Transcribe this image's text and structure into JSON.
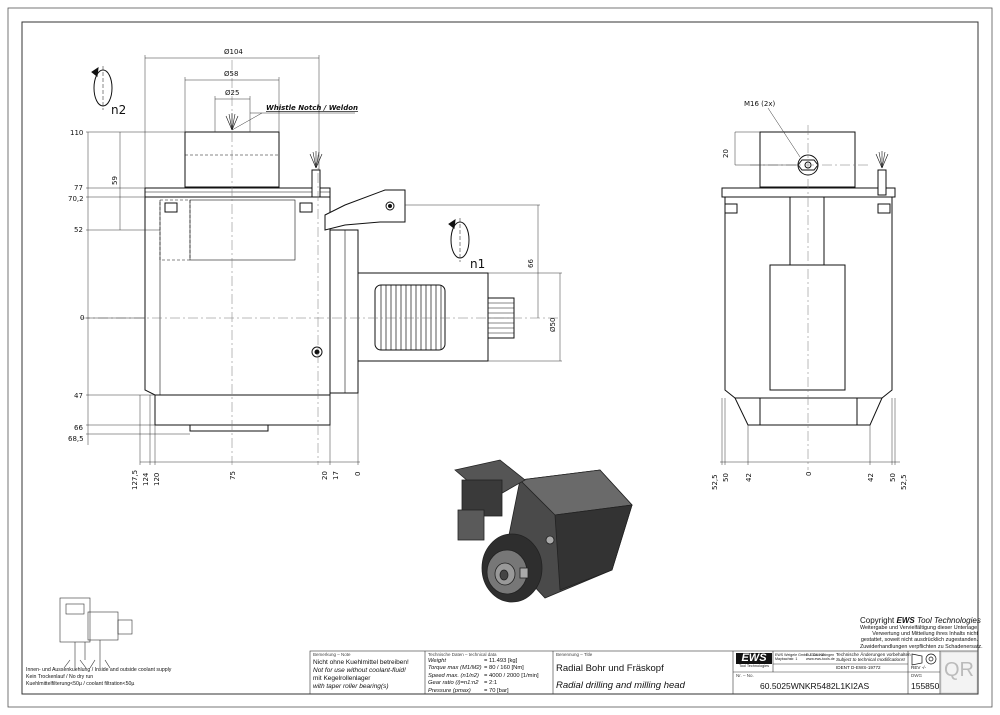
{
  "views": {
    "side": {
      "top_dims": {
        "d104": "Ø104",
        "d58": "Ø58",
        "d25": "Ø25"
      },
      "notch_label": "Whistle Notch / Weldon",
      "rotation_n2": "n2",
      "rotation_n1": "n1",
      "left_dims": [
        "110",
        "77",
        "70,2",
        "59",
        "52",
        "0",
        "47",
        "66",
        "68,5"
      ],
      "bottom_dims": [
        "127,5",
        "124",
        "120",
        "75",
        "20",
        "17",
        "0"
      ],
      "right_dims": {
        "d66": "66",
        "d50": "Ø50"
      }
    },
    "front": {
      "thread_label": "M16 (2x)",
      "dim20": "20",
      "bottom_dims": [
        "52,5",
        "50",
        "42",
        "0",
        "42",
        "50",
        "52,5"
      ]
    }
  },
  "coolant_notes": [
    "Innen- und Aussenkuehlung / Inside and outside coolant supply",
    "Kein Trockenlauf / No dry run",
    "Kuehlmittelfilterung<50µ / coolant filtration<50µ"
  ],
  "copyright": {
    "title_prefix": "Copyright",
    "title_brand": "EWS",
    "title_suffix": "Tool Technologies",
    "lines": [
      "Weitergabe und Vervielfältigung dieser Unterlage,",
      "Verwertung und Mitteilung ihres Inhalts nicht",
      "gestattet, soweit nicht ausdrücklich zugestanden.",
      "Zuwiderhandlungen verpflichten zu Schadenersatz."
    ]
  },
  "title_block": {
    "remark_header": "Bemerkung – Note",
    "remarks": [
      "Nicht ohne Kuehlmittel betreiben!",
      "Not for use without coolant-fluid!",
      "mit Kegelrollenlager",
      "with taper roller bearing(s)"
    ],
    "techdata_header": "Technische Daten – technical data",
    "techdata": [
      {
        "label": "Weight",
        "value": "= 11.493 [kg]"
      },
      {
        "label": "Torque max (M1/M2)",
        "value": "= 80 / 160 [Nm]"
      },
      {
        "label": "Speed max. (n1/n2)",
        "value": "= 4000 / 2000 [1/min]"
      },
      {
        "label": "Gear ratio (i)=n1:n2",
        "value": "= 2:1"
      },
      {
        "label": "Pressure (pmax)",
        "value": "= 70 [bar]"
      }
    ],
    "title_header": "Benennung – Title",
    "title_de": "Radial Bohr und Fräskopf",
    "title_en": "Radial drilling and milling head",
    "logo": "EWS",
    "logo_sub": "Tool Technologies",
    "company_lines": [
      "EWS Weigele GmbH & Co. KG",
      "Maybachstr. 1",
      "D-73084 Uhingen",
      "www.ews-tools.de"
    ],
    "change_lines": [
      "Technische Änderungen vorbehalten",
      "Subject to technical modifications!"
    ],
    "ident": "IDENT   D-EWS-19772",
    "rev": "REV   -/-",
    "no_header": "Nr. – No.",
    "part_no": "60.5025WNKR5482L1KI2AS",
    "drg_header": "DWG",
    "drawing_no": "155850",
    "qr": "QR"
  }
}
